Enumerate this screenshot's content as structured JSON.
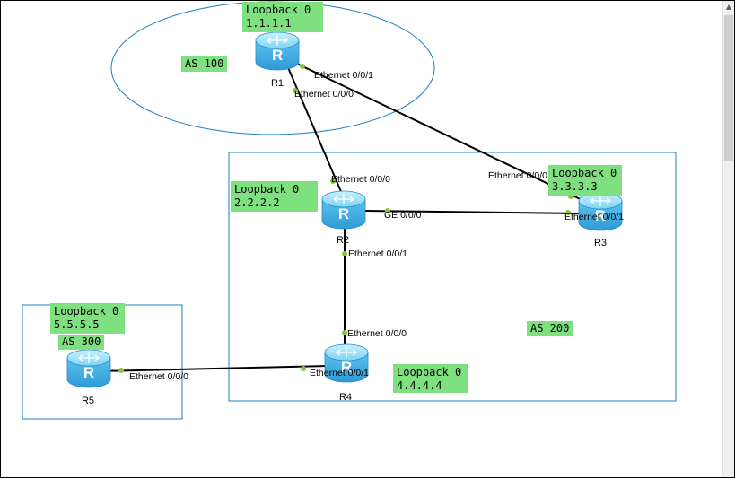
{
  "areas": {
    "as100": "AS 100",
    "as200": "AS 200",
    "as300": "AS 300"
  },
  "routers": {
    "r1": "R1",
    "r2": "R2",
    "r3": "R3",
    "r4": "R4",
    "r5": "R5"
  },
  "loopbacks": {
    "r1": {
      "label": "Loopback 0",
      "ip": "1.1.1.1"
    },
    "r2": {
      "label": "Loopback 0",
      "ip": "2.2.2.2"
    },
    "r3": {
      "label": "Loopback 0",
      "ip": "3.3.3.3"
    },
    "r4": {
      "label": "Loopback 0",
      "ip": "4.4.4.4"
    },
    "r5": {
      "label": "Loopback 0",
      "ip": "5.5.5.5"
    }
  },
  "ports": {
    "r1_e001": "Ethernet 0/0/1",
    "r1_e000": "Ethernet 0/0/0",
    "r2_e000": "Ethernet 0/0/0",
    "r2_ge000": "GE 0/0/0",
    "r2_e001": "Ethernet 0/0/1",
    "r3_e000": "Ethernet 0/0/0",
    "r3_e001": "Ethernet 0/0/1",
    "r4_e000": "Ethernet 0/0/0",
    "r4_e001": "Ethernet 0/0/1",
    "r5_e000": "Ethernet 0/0/0"
  },
  "colors": {
    "note_bg": "#7fe07f",
    "area_border": "#1a7fc1",
    "link": "#000000",
    "port_dot": "#7ec83c",
    "router_body": "#5ab8e8"
  },
  "icons": {
    "router": "router-icon"
  }
}
